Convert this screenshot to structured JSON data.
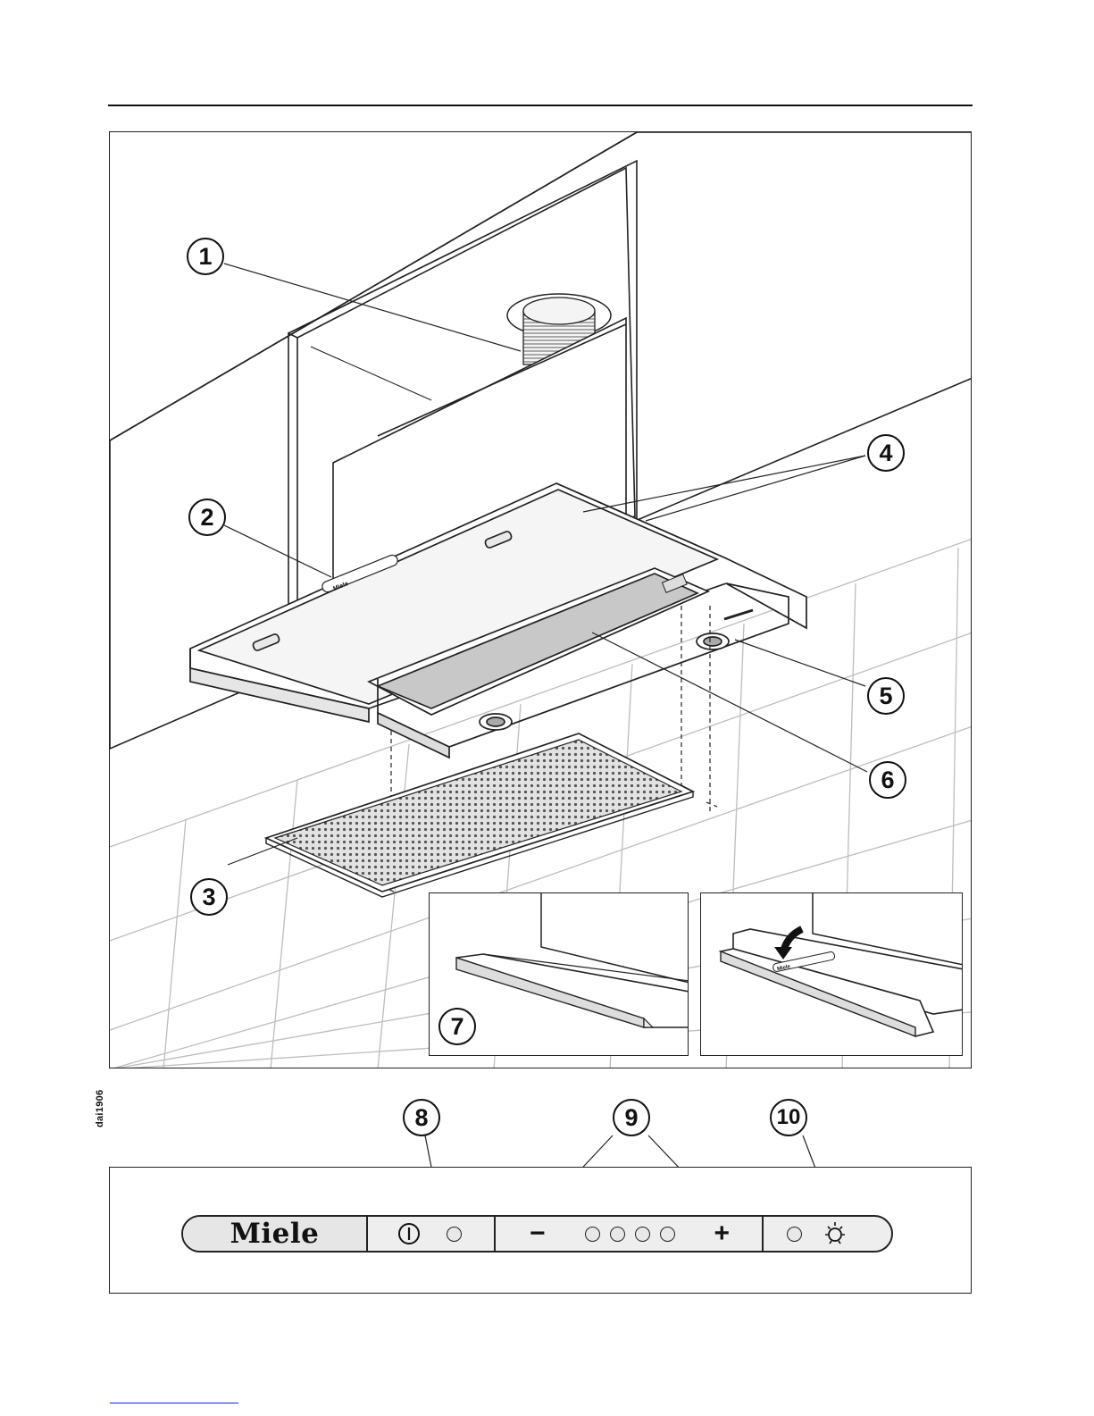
{
  "figure": {
    "code": "dai1906",
    "callouts": [
      "1",
      "2",
      "3",
      "4",
      "5",
      "6",
      "7",
      "8",
      "9",
      "10"
    ],
    "hood_badge": "Miele",
    "inset_badge": "Miele"
  },
  "control_panel": {
    "brand": "Miele",
    "power_icon": "power-icon",
    "minus": "−",
    "plus": "+",
    "fan_indicator_count": 4,
    "light_icon": "light-icon"
  }
}
